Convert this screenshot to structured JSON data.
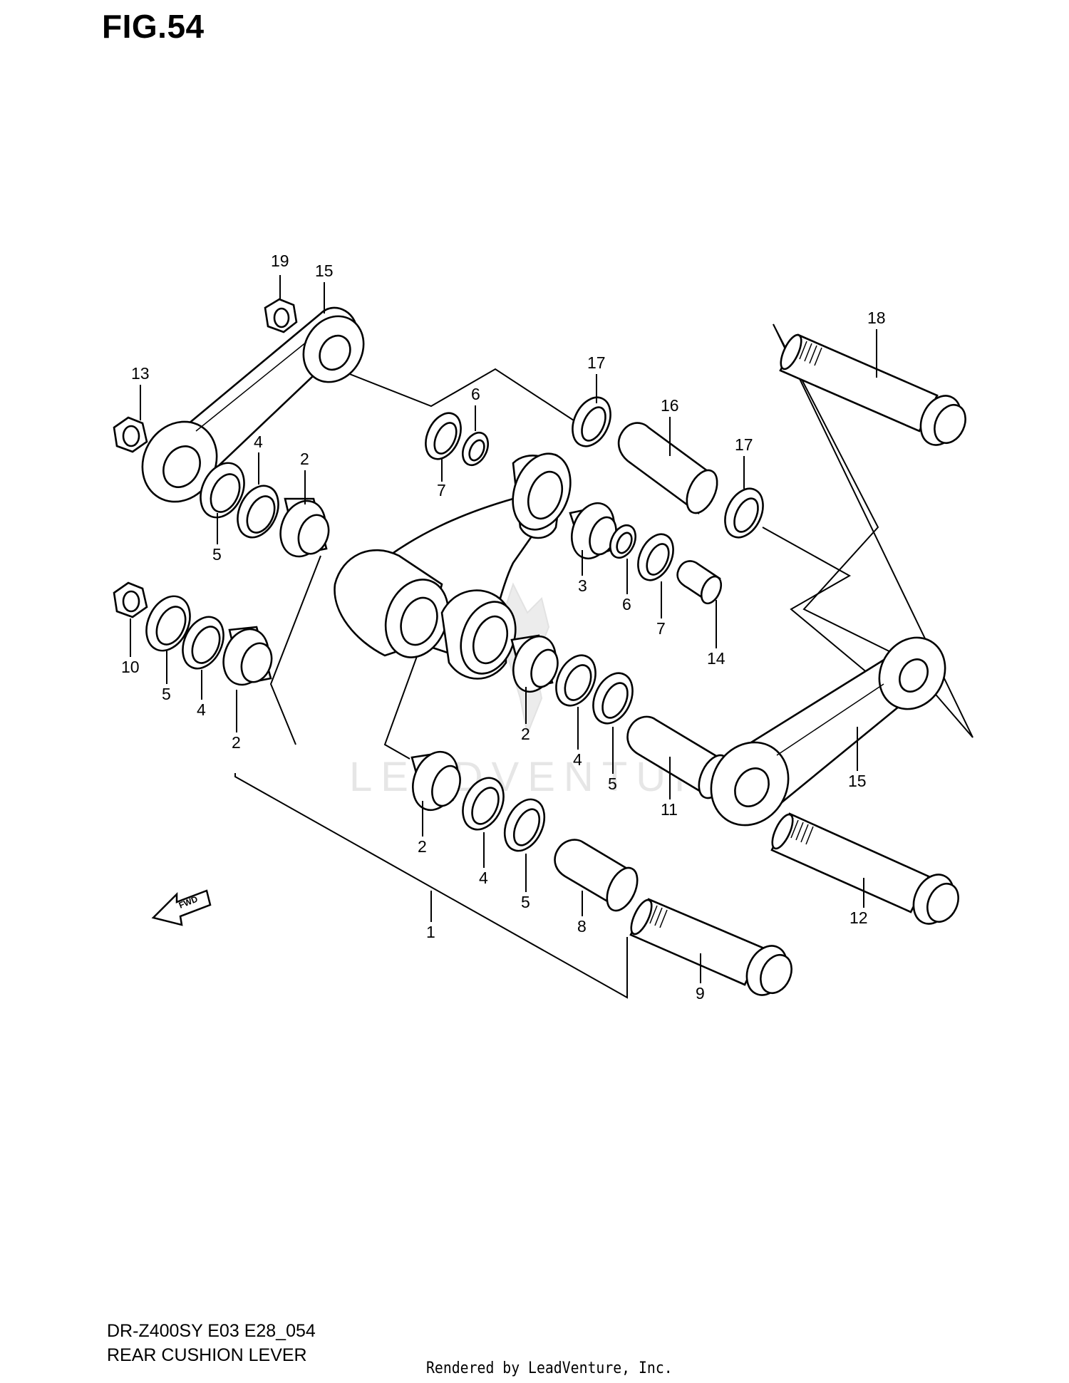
{
  "figure": {
    "title": "FIG.54"
  },
  "footer": {
    "model_code": "DR-Z400SY E03 E28_054",
    "caption": "REAR CUSHION LEVER",
    "rendered_by": "Rendered by LeadVenture, Inc."
  },
  "watermark": {
    "text": "LEADVENTURE"
  },
  "fwd_marker": {
    "label": "FWD"
  },
  "callouts": [
    "19",
    "15",
    "13",
    "4",
    "2",
    "5",
    "17",
    "6",
    "7",
    "16",
    "18",
    "17",
    "3",
    "6",
    "7",
    "14",
    "10",
    "5",
    "4",
    "2",
    "2",
    "4",
    "5",
    "11",
    "15",
    "2",
    "4",
    "5",
    "8",
    "1",
    "9",
    "12"
  ]
}
